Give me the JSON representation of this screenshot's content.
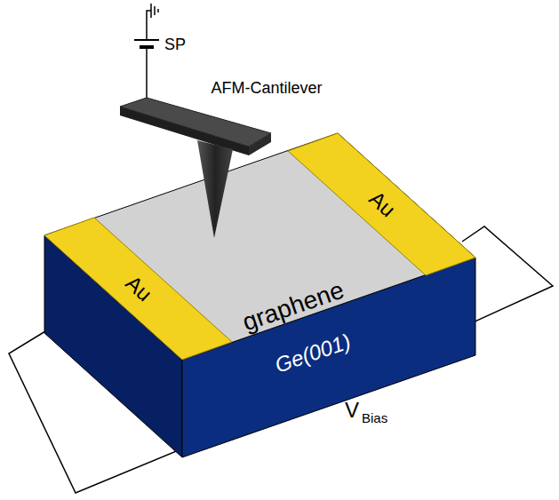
{
  "diagram": {
    "labels": [
      "SP",
      "AFM-Cantilever",
      "Au",
      "Au",
      "graphene",
      "Ge(001)",
      "V",
      "Bias"
    ]
  }
}
